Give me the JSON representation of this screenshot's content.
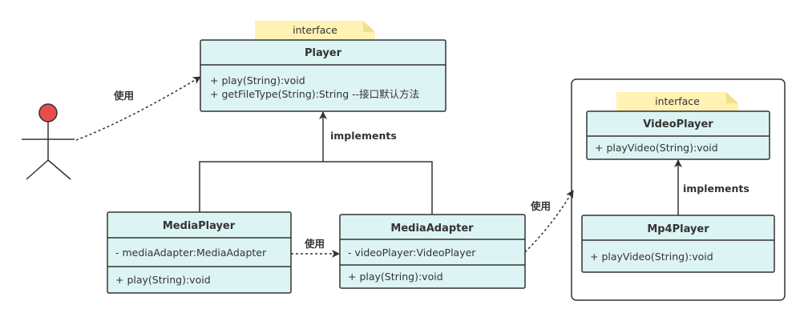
{
  "notes": {
    "player_interface": "interface",
    "videoplayer_interface": "interface"
  },
  "classes": {
    "player": {
      "name": "Player",
      "members": [
        "+ play(String):void",
        "+ getFileType(String):String   --接口默认方法"
      ]
    },
    "media_player": {
      "name": "MediaPlayer",
      "attributes": [
        "- mediaAdapter:MediaAdapter"
      ],
      "methods": [
        "+ play(String):void"
      ]
    },
    "media_adapter": {
      "name": "MediaAdapter",
      "attributes": [
        "- videoPlayer:VideoPlayer"
      ],
      "methods": [
        "+ play(String):void"
      ]
    },
    "video_player": {
      "name": "VideoPlayer",
      "members": [
        "+ playVideo(String):void"
      ]
    },
    "mp4_player": {
      "name": "Mp4Player",
      "members": [
        "+ playVideo(String):void"
      ]
    }
  },
  "labels": {
    "actor_uses_player": "使用",
    "player_implements": "implements",
    "mediaplayer_uses_adapter": "使用",
    "adapter_uses_videoplayer": "使用",
    "mp4_implements": "implements"
  },
  "colors": {
    "class_fill": "#dcf4f3",
    "border": "#333333",
    "note_fill": "#fff2b3",
    "note_fold": "#f0e08a",
    "actor_head": "#e84c4c"
  }
}
